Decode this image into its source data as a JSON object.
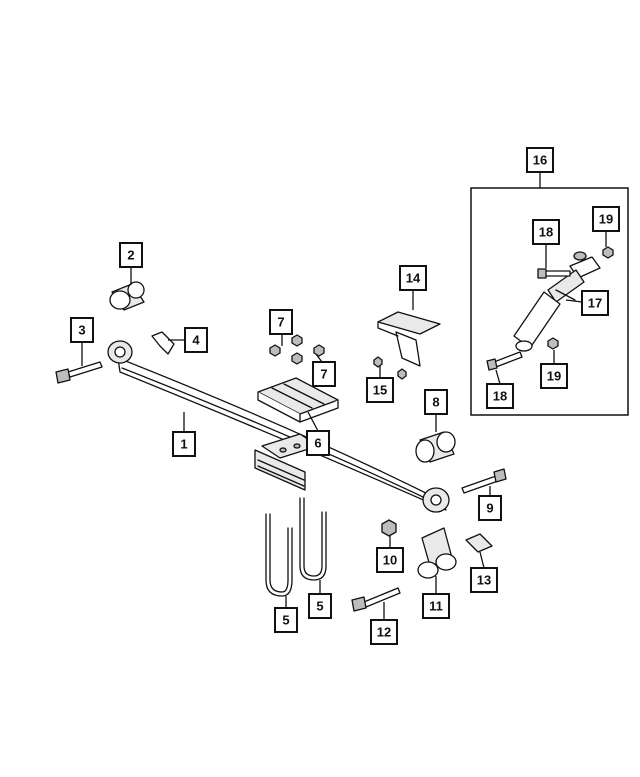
{
  "diagram": {
    "callouts": {
      "c1": "1",
      "c2": "2",
      "c3": "3",
      "c4": "4",
      "c5a": "5",
      "c5b": "5",
      "c6": "6",
      "c7a": "7",
      "c7b": "7",
      "c8": "8",
      "c9": "9",
      "c10": "10",
      "c11": "11",
      "c12": "12",
      "c13": "13",
      "c14": "14",
      "c15": "15",
      "c16": "16",
      "c17": "17",
      "c18a": "18",
      "c18b": "18",
      "c19a": "19",
      "c19b": "19"
    }
  }
}
